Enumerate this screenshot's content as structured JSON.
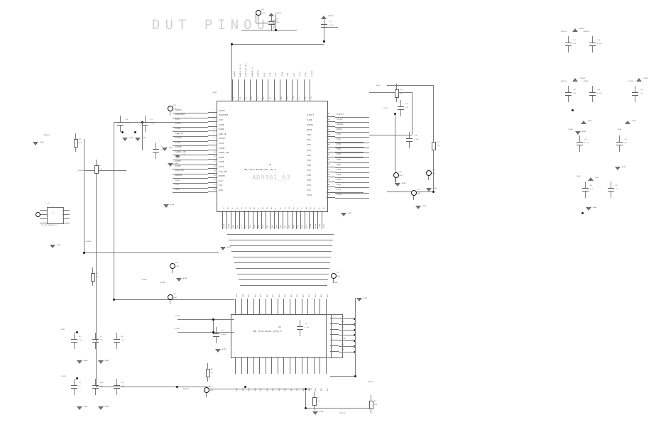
{
  "sheet": {
    "title": "DUT PINOUT",
    "background": "#ffffff",
    "wire_color": "#7d7d7d",
    "title_color": "#d2d2d2"
  },
  "main_ic": {
    "name": "AD9961_63",
    "ref": "U1",
    "description": "GEN_CFG12-BGA1B_RTDL_T04_M",
    "left_pins": [
      {
        "num": "1",
        "label": "AVDD33"
      },
      {
        "num": "2",
        "label": "AVDD33REF"
      },
      {
        "num": "3",
        "label": "IOUT"
      },
      {
        "num": "4",
        "label": "IOUTB"
      },
      {
        "num": "5",
        "label": "AVGND"
      },
      {
        "num": "6",
        "label": "AGND_IN"
      },
      {
        "num": "7",
        "label": "IOUTAU"
      },
      {
        "num": "8",
        "label": "IVLOH"
      },
      {
        "num": "9",
        "label": "IOTBUF"
      },
      {
        "num": "10",
        "label": "AGNDFL_INT"
      },
      {
        "num": "11",
        "label": "AVGND"
      },
      {
        "num": "12",
        "label": "IOUTB"
      },
      {
        "num": "13",
        "label": "IOUTA"
      },
      {
        "num": "14",
        "label": "LOCK_DET"
      },
      {
        "num": "15",
        "label": "RESETB"
      },
      {
        "num": "16",
        "label": "SCLK"
      },
      {
        "num": "17",
        "label": "CSB"
      },
      {
        "num": "18",
        "label": "SDIO"
      }
    ],
    "right_pins": [
      {
        "num": "54",
        "label": "CLKFILT"
      },
      {
        "num": "53",
        "label": "CLKIN"
      },
      {
        "num": "52",
        "label": "DVDDIN"
      },
      {
        "num": "51",
        "label": "DRVDD"
      },
      {
        "num": "50",
        "label": "DT00"
      },
      {
        "num": "49",
        "label": "DT01"
      },
      {
        "num": "48",
        "label": "DT02"
      },
      {
        "num": "47",
        "label": "DT03"
      },
      {
        "num": "46",
        "label": "DT04"
      },
      {
        "num": "45",
        "label": "DT05"
      },
      {
        "num": "44",
        "label": "DT06"
      },
      {
        "num": "43",
        "label": "DT07"
      },
      {
        "num": "42",
        "label": "DT08"
      },
      {
        "num": "41",
        "label": "DT09"
      },
      {
        "num": "40",
        "label": "DT10"
      },
      {
        "num": "39",
        "label": "DT11"
      },
      {
        "num": "38",
        "label": "TXCLK"
      }
    ],
    "top_pins": [
      "AUXADC",
      "AVDD33_IN_CLK",
      "AVDD33REF_VREF",
      "AVDDIN_PLL",
      "AVDDREF",
      "DV33",
      "CLKA",
      "CLKB",
      "PROGB",
      "IVDD",
      "IOUT",
      "CLKIN",
      "CLKN",
      "CLKINB"
    ],
    "bottom_pins": [
      "DVDD",
      "DGND",
      "SDO",
      "SDI",
      "CS",
      "SCK",
      "RST",
      "IRQ",
      "D00",
      "D01",
      "D02",
      "D03",
      "D04",
      "D05",
      "D06",
      "D07",
      "D08",
      "D09",
      "D10",
      "D11",
      "TXEN",
      "RXEN",
      "PWDN",
      "VREF"
    ]
  },
  "second_ic": {
    "ref": "U2",
    "description": "GEN_CFG12-BGA1B_LFCSP_M",
    "right_pins": [
      "TP",
      "INP",
      "IN",
      "OUT",
      "OUTB",
      "EN",
      "GND"
    ],
    "top_pins": [
      "VDD",
      "GND",
      "DA0",
      "DA1",
      "DA2",
      "DA3",
      "DA4",
      "DA5",
      "DA6",
      "DA7",
      "DB0",
      "DB1",
      "DB2",
      "DB3",
      "DB4",
      "DB5"
    ],
    "bottom_pins": [
      "DC0",
      "DC1",
      "DC2",
      "DC3",
      "DC4",
      "DC5",
      "DC6",
      "DC7",
      "DD0",
      "DD1",
      "DD2",
      "DD3",
      "DD4",
      "DD5",
      "DD6",
      "DD7"
    ]
  },
  "nets": [
    {
      "id": "n1",
      "label": "AVDD33"
    },
    {
      "id": "n2",
      "label": "DVDD33"
    },
    {
      "id": "n3",
      "label": "DRVDD"
    },
    {
      "id": "n4",
      "label": "CLKVDD"
    },
    {
      "id": "n5",
      "label": "IOVDD"
    },
    {
      "id": "n6",
      "label": "AGND"
    },
    {
      "id": "n7",
      "label": "DGND"
    },
    {
      "id": "n8",
      "label": "VREF"
    },
    {
      "id": "n9",
      "label": "CLKIN"
    },
    {
      "id": "n10",
      "label": "RESETB"
    }
  ],
  "ground_label": "AGND",
  "power_label": "AVDD",
  "test_points": [
    {
      "ref": "TP1",
      "label": "LGHT"
    },
    {
      "ref": "TP2",
      "label": "LGHT"
    },
    {
      "ref": "TP3",
      "label": "LGHT"
    },
    {
      "ref": "TP4",
      "label": "LGHT"
    },
    {
      "ref": "TP5",
      "label": "LGHT"
    },
    {
      "ref": "TP6",
      "label": "LGHT"
    },
    {
      "ref": "TP7",
      "label": "LGHT"
    },
    {
      "ref": "TP8",
      "label": "LGHT"
    },
    {
      "ref": "TP9",
      "label": "LGHT"
    }
  ],
  "components": [
    {
      "ref": "C10",
      "value": "0.1uF"
    },
    {
      "ref": "C11",
      "value": "1000pF"
    },
    {
      "ref": "C8",
      "value": "1uF"
    },
    {
      "ref": "C9",
      "value": "1uF"
    },
    {
      "ref": "C12",
      "value": "0.1uF"
    },
    {
      "ref": "C13",
      "value": "1uF"
    },
    {
      "ref": "C14",
      "value": "0.1uF"
    },
    {
      "ref": "C15",
      "value": "1uF"
    },
    {
      "ref": "C16",
      "value": "0.1uF"
    },
    {
      "ref": "C17",
      "value": "1uF"
    },
    {
      "ref": "C18",
      "value": "0.1uF"
    },
    {
      "ref": "C19",
      "value": "1uF"
    },
    {
      "ref": "C20",
      "value": "0.1uF"
    },
    {
      "ref": "C21",
      "value": "1uF"
    },
    {
      "ref": "R4",
      "value": "10k"
    },
    {
      "ref": "R5",
      "value": "10k"
    },
    {
      "ref": "R6",
      "value": "10k"
    },
    {
      "ref": "R7",
      "value": "10k"
    },
    {
      "ref": "R8",
      "value": "100"
    },
    {
      "ref": "R9",
      "value": "1k"
    },
    {
      "ref": "R10",
      "value": "10k"
    },
    {
      "ref": "R11",
      "value": "10k"
    }
  ],
  "connector": {
    "ref": "P1",
    "label": "JP1 IN_JUMPER_TH",
    "value": "2.0k"
  },
  "annotations": [
    "0.1uF",
    "1000pF",
    "1uF",
    "10k",
    "100",
    "1k",
    "2.0k",
    "AVDD33",
    "DVDD33",
    "AGND",
    "DGND"
  ]
}
